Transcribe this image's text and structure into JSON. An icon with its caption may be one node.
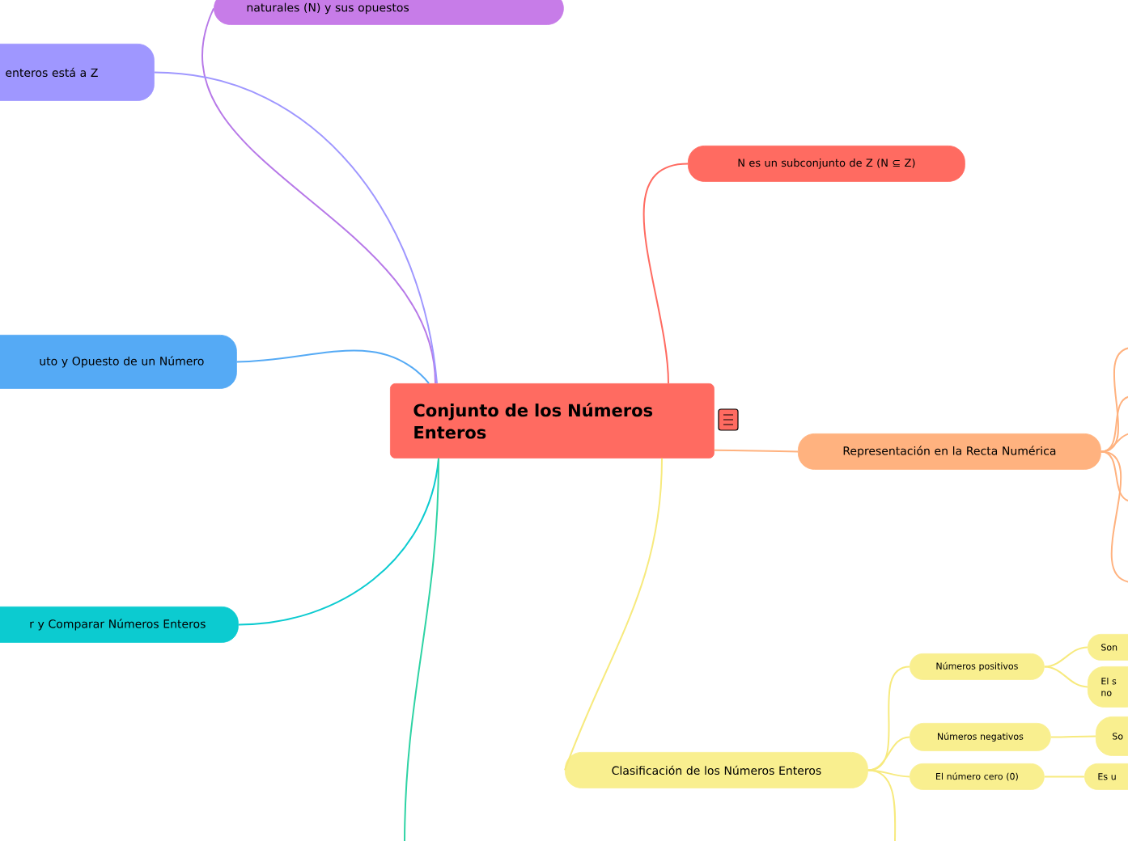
{
  "diagram": {
    "nodes": [
      {
        "text": [
          "Conjunto de los Números Enteros"
        ]
      },
      {
        "text": [
          "naturales (N) y sus opuestos"
        ]
      },
      {
        "text": [
          "enteros está a Z"
        ]
      },
      {
        "text": [
          "uto y Opuesto de un Número"
        ]
      },
      {
        "text": [
          "r y Comparar Números Enteros"
        ]
      },
      {
        "text": [
          "N es un subconjunto de Z (N ⊆ Z)"
        ]
      },
      {
        "text": [
          "Representación en la Recta Numérica"
        ]
      },
      {
        "text": [
          "Clasificación de los Números Enteros"
        ]
      },
      {
        "text": [
          "Números positivos"
        ]
      },
      {
        "text": [
          "Números negativos"
        ]
      },
      {
        "text": [
          "El número cero (0)"
        ]
      },
      {
        "text": [
          "Son"
        ]
      },
      {
        "text": [
          "El s no"
        ]
      },
      {
        "text": [
          "So"
        ]
      },
      {
        "text": [
          "Es u"
        ]
      }
    ],
    "edges": [
      {
        "from": 0,
        "to": 1,
        "arrow": "none",
        "color": "#b779e8"
      },
      {
        "from": 0,
        "to": 2,
        "arrow": "none",
        "color": "#9f97ff"
      },
      {
        "from": 0,
        "to": 3,
        "arrow": "none",
        "color": "#55aaf5"
      },
      {
        "from": 0,
        "to": 4,
        "arrow": "none",
        "color": "#0ccbd0"
      },
      {
        "from": 0,
        "to": 5,
        "arrow": "none",
        "color": "#ff6b61"
      },
      {
        "from": 0,
        "to": 6,
        "arrow": "none",
        "color": "#ffb27f"
      },
      {
        "from": 0,
        "to": 7,
        "arrow": "none",
        "color": "#f7ea7e"
      },
      {
        "from": 0,
        "to": null,
        "arrow": "none",
        "color": "#2ed3a4"
      },
      {
        "from": 6,
        "to": null,
        "arrow": "none",
        "color": "#ffb27f"
      },
      {
        "from": 6,
        "to": null,
        "arrow": "none",
        "color": "#ffb27f"
      },
      {
        "from": 6,
        "to": null,
        "arrow": "none",
        "color": "#ffb27f"
      },
      {
        "from": 6,
        "to": null,
        "arrow": "none",
        "color": "#ffb27f"
      },
      {
        "from": 6,
        "to": null,
        "arrow": "none",
        "color": "#ffb27f"
      },
      {
        "from": 7,
        "to": 8,
        "arrow": "none",
        "color": "#f7ea7e"
      },
      {
        "from": 7,
        "to": 9,
        "arrow": "none",
        "color": "#f7ea7e"
      },
      {
        "from": 7,
        "to": 10,
        "arrow": "none",
        "color": "#f7ea7e"
      },
      {
        "from": 7,
        "to": null,
        "arrow": "none",
        "color": "#f7ea7e"
      },
      {
        "from": 8,
        "to": 11,
        "arrow": "none",
        "color": "#f7ea7e"
      },
      {
        "from": 8,
        "to": 12,
        "arrow": "none",
        "color": "#f7ea7e"
      },
      {
        "from": 9,
        "to": 13,
        "arrow": "none",
        "color": "#f7ea7e"
      },
      {
        "from": 10,
        "to": 14,
        "arrow": "none",
        "color": "#f7ea7e"
      }
    ]
  }
}
